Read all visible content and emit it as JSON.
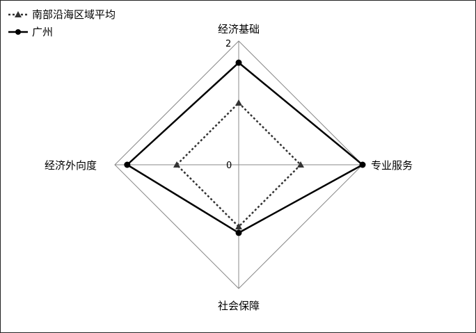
{
  "chart_data": {
    "type": "radar",
    "axes": [
      "经济基础",
      "专业服务",
      "社会保障",
      "经济外向度"
    ],
    "rmin": 0,
    "rmax": 2,
    "tick_labels": [
      "0",
      "2"
    ],
    "legend_position": "top-left",
    "series": [
      {
        "name": "南部沿海区域平均",
        "values": [
          1.0,
          1.0,
          1.0,
          1.0
        ],
        "color": "#333333",
        "line": "dotted",
        "marker": "triangle"
      },
      {
        "name": "广州",
        "values": [
          1.65,
          2.0,
          1.1,
          1.8
        ],
        "color": "#000000",
        "line": "solid",
        "marker": "circle"
      }
    ]
  }
}
